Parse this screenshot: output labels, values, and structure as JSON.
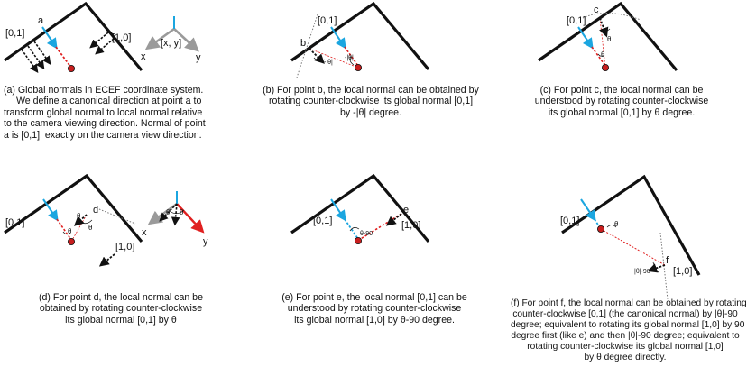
{
  "colors": {
    "wall": "#111111",
    "blue": "#1ba6e0",
    "red": "#e02020",
    "dot": "#c81e1e",
    "gray": "#9a9a9a"
  },
  "labels": {
    "n01": "[0,1]",
    "n10": "[1,0]",
    "xy": "[x, y]",
    "x": "x",
    "y": "y",
    "a": "a",
    "b": "b",
    "c": "c",
    "d": "d",
    "e": "e",
    "f": "f",
    "neg_theta": "-|θ|",
    "theta": "θ",
    "theta90": "θ-90",
    "abs_theta90": "|θ|-90"
  },
  "captions": {
    "a": [
      "(a) Global normals in ECEF coordinate system.",
      "We define a canonical direction at point a to",
      "transform global normal to local normal relative",
      "to the camera viewing direction. Normal of point",
      "a is [0,1], exactly on the camera view direction."
    ],
    "b": [
      "(b) For point b, the local normal can be obtained by",
      "rotating counter-clockwise its global normal [0,1]",
      "by -|θ| degree."
    ],
    "c": [
      "(c) For point c, the local normal can be",
      "understood by rotating counter-clockwise",
      "its global normal [0,1] by θ degree."
    ],
    "d": [
      "(d) For point d, the local normal can be",
      "obtained by rotating counter-clockwise",
      "its global normal [0,1] by θ"
    ],
    "e": [
      "(e) For point e, the local normal [0,1] can be",
      "understood by rotating counter-clockwise",
      "its global normal [1,0] by θ-90 degree."
    ],
    "f": [
      "(f) For point f, the local normal can be obtained by rotating",
      "counter-clockwise [0,1] (the canonical normal) by |θ|-90",
      "degree; equivalent to rotating its global normal [1,0] by 90",
      "degree first (like e) and then |θ|-90 degree; equivalent to",
      "rotating counter-clockwise its global normal [1,0]",
      "by θ degree directly."
    ]
  }
}
